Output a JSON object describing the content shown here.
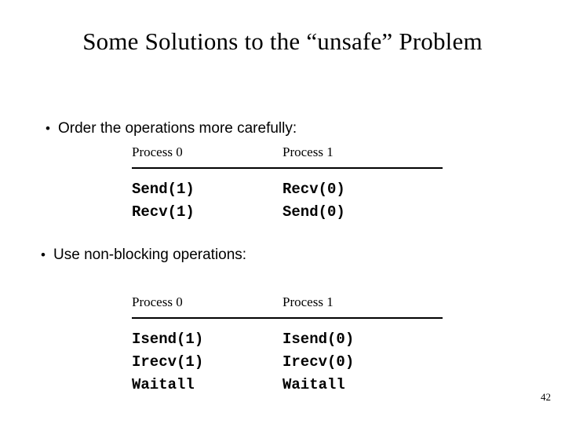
{
  "slide": {
    "title": "Some Solutions to the “unsafe” Problem",
    "page_number": "42",
    "bullets": [
      {
        "marker": "•",
        "text": "Order the operations more carefully:"
      },
      {
        "marker": "•",
        "text": "Use non-blocking operations:"
      }
    ],
    "tables": [
      {
        "headers": [
          "Process 0",
          "Process 1"
        ],
        "rows": [
          [
            "Send(1)",
            "Recv(0)"
          ],
          [
            "Recv(1)",
            "Send(0)"
          ]
        ]
      },
      {
        "headers": [
          "Process 0",
          "Process 1"
        ],
        "rows": [
          [
            "Isend(1)",
            "Isend(0)"
          ],
          [
            "Irecv(1)",
            "Irecv(0)"
          ],
          [
            "Waitall",
            "Waitall"
          ]
        ]
      }
    ]
  }
}
